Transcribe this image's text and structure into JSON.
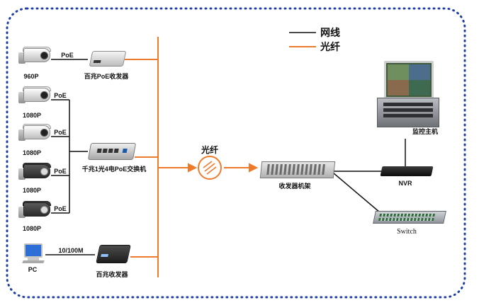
{
  "legend": {
    "network_cable": "网线",
    "fiber": "光纤"
  },
  "colors": {
    "fiber": "#ee7b2c",
    "cable": "#111111",
    "border_dots": "#1f3fa6"
  },
  "cameras": [
    {
      "resolution": "960P",
      "link": "PoE"
    },
    {
      "resolution": "1080P",
      "link": "PoE"
    },
    {
      "resolution": "1080P",
      "link": "PoE"
    },
    {
      "resolution": "1080P",
      "link": "PoE"
    },
    {
      "resolution": "1080P",
      "link": "PoE"
    }
  ],
  "devices": {
    "poe_transceiver": "百兆PoE收发器",
    "poe_switch": "千兆1光4电PoE交换机",
    "fiber_label": "光纤",
    "rack": "收发器机架",
    "host": "监控主机",
    "nvr": "NVR",
    "switch": "Switch",
    "pc": "PC",
    "pc_link": "10/100M",
    "transceiver": "百兆收发器"
  }
}
